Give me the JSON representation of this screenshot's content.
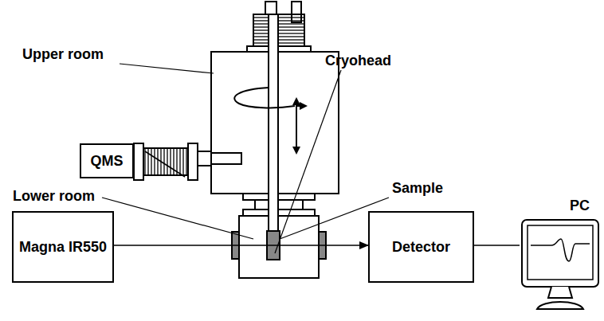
{
  "diagram": {
    "nodes": [
      {
        "text": [
          "Magna IR550"
        ]
      },
      {
        "text": [
          "Detector"
        ]
      },
      {
        "text": [
          "QMS"
        ]
      },
      {
        "text": [
          "PC"
        ]
      }
    ],
    "edges": [
      {
        "from": 0,
        "to": 1,
        "arrow": "to"
      },
      {
        "from": 1,
        "to": 3,
        "arrow": "none"
      }
    ],
    "labels": [
      "Upper room",
      "Cryohead",
      "Lower room",
      "Sample"
    ]
  }
}
